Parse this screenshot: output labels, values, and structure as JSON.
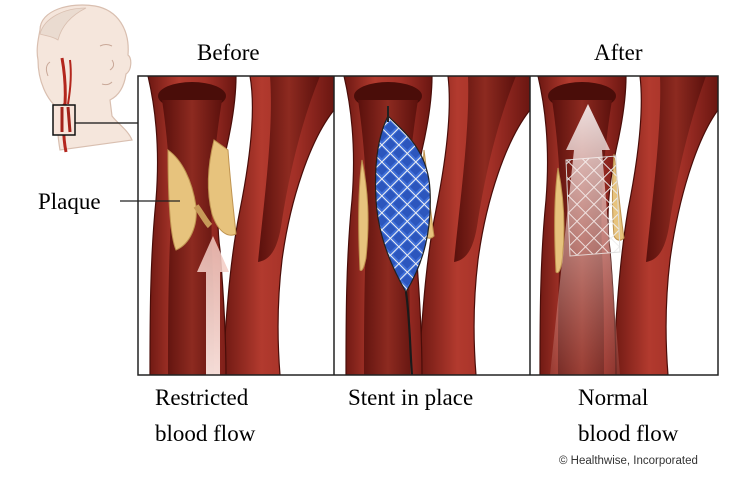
{
  "labels": {
    "before": "Before",
    "after": "After",
    "plaque": "Plaque",
    "panel1_caption_line1": "Restricted",
    "panel1_caption_line2": "blood flow",
    "panel2_caption": "Stent in place",
    "panel3_caption_line1": "Normal",
    "panel3_caption_line2": "blood flow"
  },
  "copyright": "© Healthwise, Incorporated",
  "colors": {
    "vessel_wall": "#9a2a22",
    "vessel_lumen": "#6e1712",
    "plaque": "#e6c07a",
    "stent_blue": "#3f6fd8",
    "flow_arrow": "#f6d8d2",
    "skin": "#f3e1d6",
    "frame": "#222222"
  }
}
